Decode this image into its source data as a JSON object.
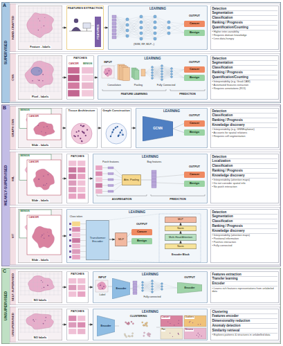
{
  "diagram": {
    "nodes": [
      {
        "text": [
          "A",
          "SUPERVISED"
        ]
      },
      {
        "text": [
          "HAND-CRAFTED"
        ],
        "in": 0
      },
      {
        "text": [
          "Feature - labels"
        ],
        "in": 1
      },
      {
        "text": [
          "FEATURES EXTRACTION"
        ],
        "in": 1
      },
      {
        "text": [
          "LEARNING"
        ],
        "in": 1
      },
      {
        "text": [
          "Cancer"
        ],
        "in": 4
      },
      {
        "text": [
          "Benign"
        ],
        "in": 4
      },
      {
        "text": [
          "Detection",
          "Segmentation",
          "Classification",
          "Ranking / Prognosis",
          "Quantification/Counting",
          "• Higher inter-variability",
          "• Requires domain knowledge",
          "• Less data-hungry"
        ],
        "in": 1
      },
      {
        "text": [
          "CNN"
        ],
        "in": 0
      },
      {
        "text": [
          "Pixel - labels"
        ],
        "in": 8
      },
      {
        "text": [
          "PATCHES"
        ],
        "in": 8
      },
      {
        "text": [
          "LEARNING"
        ],
        "in": 8
      },
      {
        "text": [
          "Cancer"
        ],
        "in": 11
      },
      {
        "text": [
          "Benign"
        ],
        "in": 11
      },
      {
        "text": [
          "Detection",
          "Segmentation",
          "Classification",
          "Ranking / Prognosis",
          "Quantification/Counting",
          "• Interpretability (e.g. Grad-CAM)",
          "• Automated features extraction",
          "• Requires annotations (ROI)"
        ],
        "in": 8
      },
      {
        "text": [
          "B",
          "WEAKLY-SUPERVISED"
        ]
      },
      {
        "text": [
          "GRAPH CNN"
        ],
        "in": 15
      },
      {
        "text": [
          "Slide - labels"
        ],
        "in": 16
      },
      {
        "text": [
          "Tissue Architecture"
        ],
        "in": 16
      },
      {
        "text": [
          "Graph Construction"
        ],
        "in": 16
      },
      {
        "text": [
          "LEARNING"
        ],
        "in": 16
      },
      {
        "text": [
          "GCNN"
        ],
        "in": 20
      },
      {
        "text": [
          "Cancer"
        ],
        "in": 20
      },
      {
        "text": [
          "Benign"
        ],
        "in": 20
      },
      {
        "text": [
          "Detection",
          "Classification",
          "Ranking / Prognosis",
          "Knowledge discovery",
          "• Interpretability (e.g. GNNExplainer)",
          "• Accounts for spatial relations",
          "• Requires cell segmentation"
        ],
        "in": 16
      },
      {
        "text": [
          "MIL"
        ],
        "in": 15
      },
      {
        "text": [
          "Slide - labels"
        ],
        "in": 25
      },
      {
        "text": [
          "PATCHES"
        ],
        "in": 25
      },
      {
        "text": [
          "LEARNING"
        ],
        "in": 25
      },
      {
        "text": [
          "Attn. Pooling"
        ],
        "in": 28
      },
      {
        "text": [
          "Cancer"
        ],
        "in": 28
      },
      {
        "text": [
          "Benign"
        ],
        "in": 28
      },
      {
        "text": [
          "Detection",
          "Localization",
          "Classification",
          "Ranking / Prognosis",
          "Knowledge discovery",
          "• Interpretability (attention maps)",
          "• Do not consider spatial info",
          "• No patch interaction"
        ],
        "in": 25
      },
      {
        "text": [
          "VIT"
        ],
        "in": 15
      },
      {
        "text": [
          "Slide - labels"
        ],
        "in": 33
      },
      {
        "text": [
          "LEARNING"
        ],
        "in": 33
      },
      {
        "text": [
          "Transformer Encoder"
        ],
        "in": 35
      },
      {
        "text": [
          "MLP"
        ],
        "in": 35
      },
      {
        "text": [
          "Cancer"
        ],
        "in": 35
      },
      {
        "text": [
          "Benign"
        ],
        "in": 35
      },
      {
        "text": [
          "MLP"
        ],
        "in": 35
      },
      {
        "text": [
          "Norm"
        ],
        "in": 35
      },
      {
        "text": [
          "Multi-Head Attention"
        ],
        "in": 35
      },
      {
        "text": [
          "Norm"
        ],
        "in": 35
      },
      {
        "text": [
          "Detection",
          "Segmentation",
          "Classification",
          "Ranking / Prognosis",
          "Knowledge discovery",
          "• Interpretability (attention maps)",
          "• Positional information",
          "• Patches interaction",
          "• Fully connected"
        ],
        "in": 33
      },
      {
        "text": [
          "C",
          "UNSUPERVISED"
        ]
      },
      {
        "text": [
          "SELF-SUPERVISED"
        ],
        "in": 45
      },
      {
        "text": [
          "NO labels"
        ],
        "in": 46
      },
      {
        "text": [
          "PATCHES"
        ],
        "in": 46
      },
      {
        "text": [
          "LEARNING"
        ],
        "in": 46
      },
      {
        "text": [
          "Encoder"
        ],
        "in": 49
      },
      {
        "text": [
          "Encoder"
        ],
        "in": 49
      },
      {
        "text": [
          "Features extraction",
          "Transfer learning",
          "Encoder",
          "• Learns rich features representations from unlabeled data"
        ],
        "in": 46
      },
      {
        "text": [
          "UNSUPERVISED"
        ],
        "in": 45
      },
      {
        "text": [
          "NO labels"
        ],
        "in": 53
      },
      {
        "text": [
          "PATCHES"
        ],
        "in": 53
      },
      {
        "text": [
          "LEARNING"
        ],
        "in": 53
      },
      {
        "text": [
          "Encoder"
        ],
        "in": 56
      },
      {
        "text": [
          "Clustering",
          "Features encoder",
          "Dimensionality reduction",
          "Anomaly detection",
          "Similarity retrieval",
          "• Explores patterns & structures in unlabelled data"
        ],
        "in": 53
      }
    ],
    "edges": [
      {
        "from": 2,
        "to": 3,
        "arrow": "to"
      },
      {
        "from": 3,
        "to": 4,
        "arrow": "to"
      },
      {
        "from": 9,
        "to": 10,
        "arrow": "to"
      },
      {
        "from": 10,
        "to": 11,
        "arrow": "to"
      },
      {
        "from": 17,
        "to": 18,
        "arrow": "to"
      },
      {
        "from": 18,
        "to": 19,
        "arrow": "to"
      },
      {
        "from": 19,
        "to": 20,
        "arrow": "to"
      },
      {
        "from": 26,
        "to": 27,
        "arrow": "to"
      },
      {
        "from": 27,
        "to": 28,
        "arrow": "to"
      },
      {
        "from": 34,
        "to": 35,
        "arrow": "to"
      },
      {
        "from": 36,
        "to": 37,
        "arrow": "to"
      },
      {
        "from": 43,
        "to": 42,
        "arrow": "to"
      },
      {
        "from": 42,
        "to": 41,
        "arrow": "to"
      },
      {
        "from": 41,
        "to": 40,
        "arrow": "to"
      },
      {
        "from": 47,
        "to": 48,
        "arrow": "to"
      },
      {
        "from": 48,
        "to": 49,
        "arrow": "to"
      },
      {
        "from": 54,
        "to": 55,
        "arrow": "to"
      },
      {
        "from": 55,
        "to": 56,
        "arrow": "to"
      }
    ],
    "labels": [
      "FEATURES",
      "(SVM, RF, MLP...)",
      "OUTPUT",
      "CANCER",
      "BENIGN",
      "INPUT",
      "OUTPUT",
      "Convolution",
      "Pooling",
      "Fully Connected",
      "FEATURE LEARNING",
      "PREDICTION",
      "BENIGN",
      "CANCER",
      "OUTPUT",
      "BENIGN",
      "CANCER",
      "Patch features",
      "Bag features",
      "AGGREGATION",
      "PREDICTION",
      "OUTPUT",
      "BENIGN",
      "CANCER",
      "Class token",
      "OUTPUT",
      "Encoder Block",
      "INPUT",
      "Label",
      "Fully connected",
      "OUTPUT",
      "CLUSTERING",
      "Cancer",
      "Outliers",
      "Fat",
      "Stroma"
    ]
  }
}
